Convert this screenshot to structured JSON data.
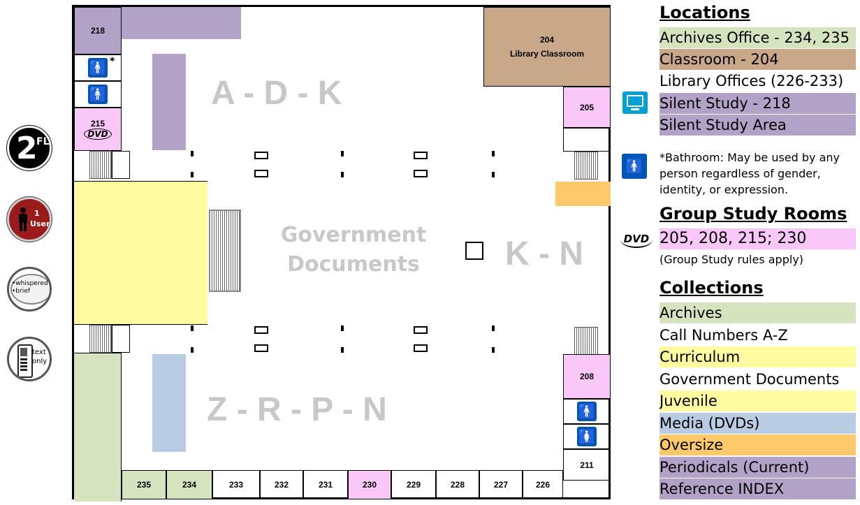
{
  "badges": {
    "floor": {
      "number": "2",
      "suffix": "FL"
    },
    "users": {
      "number": "1",
      "label": "User"
    },
    "noise": {
      "line1": "•whispered",
      "line2": "•brief"
    },
    "phone": {
      "line1": "text",
      "line2": "only"
    }
  },
  "colors": {
    "archives": "#d6e3bf",
    "classroom": "#c9a88a",
    "silent": "#b3a2c7",
    "curriculum": "#fefba0",
    "media": "#b8cce4",
    "oversize": "#fec96a",
    "group": "#f9c8f9",
    "restroom": "#0055b8",
    "computer": "#00a0d6"
  },
  "plan": {
    "rooms": {
      "r218": "218",
      "r204_num": "204",
      "r204_label": "Library Classroom",
      "r205": "205",
      "r215": "215",
      "r215_dvd": "DVD",
      "r208": "208",
      "r211": "211",
      "bottom": [
        "235",
        "234",
        "233",
        "232",
        "231",
        "230",
        "229",
        "228",
        "227",
        "226"
      ]
    },
    "ranges": {
      "top": "A - D - K",
      "right": "K - N",
      "bottom": "Z - R - P - N"
    },
    "center_label": {
      "line1": "Government",
      "line2": "Documents"
    },
    "restroom_note_star": "*"
  },
  "legend": {
    "locations_heading": "Locations",
    "locations": [
      "Archives Office - 234, 235",
      "Classroom - 204",
      "Library Offices (226-233)",
      "Silent Study - 218",
      "Silent Study Area"
    ],
    "bathroom_note": "*Bathroom: May be used by any person regardless of gender, identity, or expression.",
    "group_heading": "Group Study Rooms",
    "dvd_icon_label": "DVD",
    "group_rooms": "205, 208, 215; 230",
    "group_rules": "(Group Study rules apply)",
    "collections_heading": "Collections",
    "collections": [
      "Archives",
      "Call Numbers A-Z",
      "Curriculum",
      "Government Documents",
      "Juvenile",
      "Media (DVDs)",
      "Oversize",
      "Periodicals (Current)",
      "Reference INDEX"
    ]
  }
}
